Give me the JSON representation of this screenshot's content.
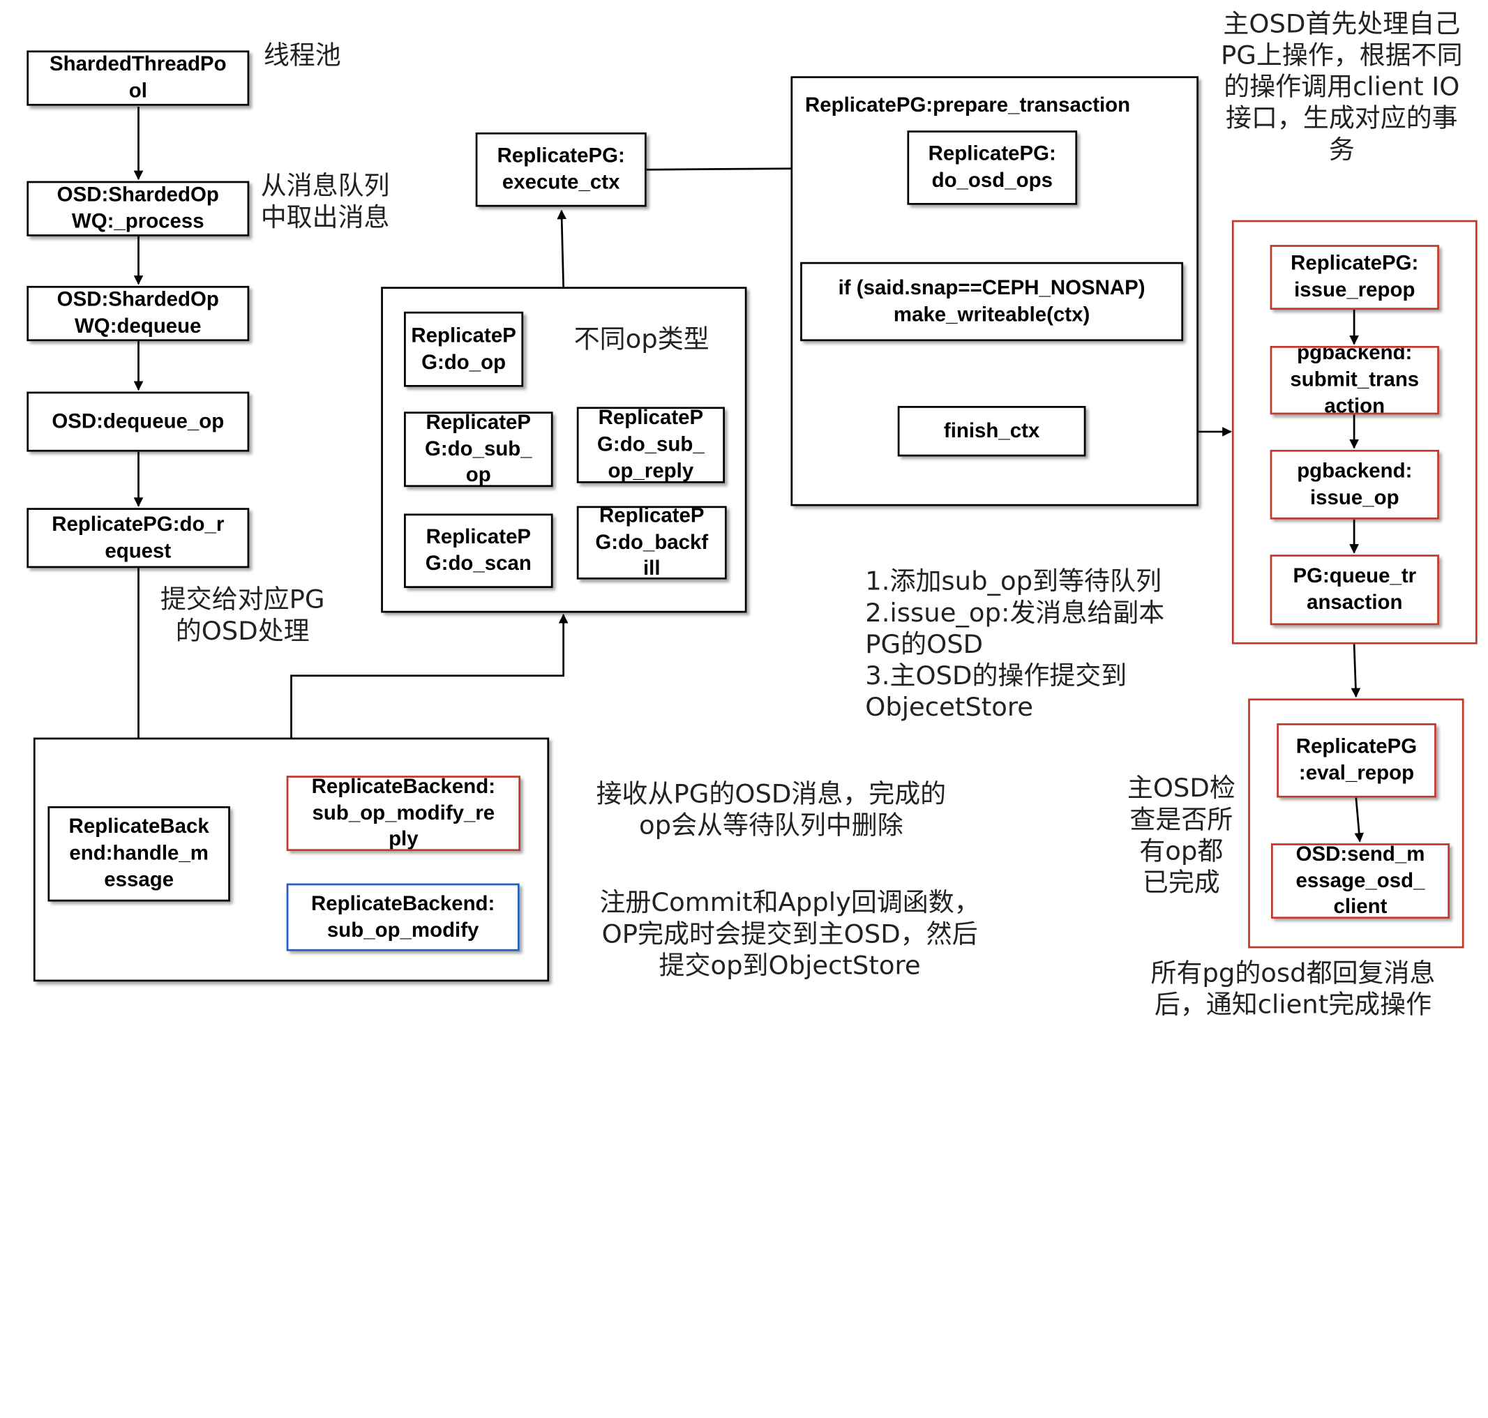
{
  "nodes": {
    "sharded_thread_pool": "ShardedThreadPo\nol",
    "sharded_op_wq_process": "OSD:ShardedOp\nWQ:_process",
    "sharded_op_wq_dequeue": "OSD:ShardedOp\nWQ:dequeue",
    "osd_dequeue_op": "OSD:dequeue_op",
    "do_request": "ReplicatePG:do_r\nequest",
    "handle_message": "ReplicateBack\nend:handle_m\nessage",
    "sub_op_modify_reply": "ReplicateBackend:\nsub_op_modify_re\nply",
    "sub_op_modify": "ReplicateBackend:\nsub_op_modify",
    "do_op": "ReplicateP\nG:do_op",
    "do_sub_op": "ReplicateP\nG:do_sub_\nop",
    "do_sub_op_reply": "ReplicateP\nG:do_sub_\nop_reply",
    "do_scan": "ReplicateP\nG:do_scan",
    "do_backfill": "ReplicateP\nG:do_backf\nill",
    "execute_ctx": "ReplicatePG:\nexecute_ctx",
    "prepare_transaction_title": "ReplicatePG:prepare_transaction",
    "do_osd_ops": "ReplicatePG:\ndo_osd_ops",
    "make_writeable": "if (said.snap==CEPH_NOSNAP)\nmake_writeable(ctx)",
    "finish_ctx": "finish_ctx",
    "issue_repop": "ReplicatePG:\nissue_repop",
    "submit_transaction": "pgbackend:\nsubmit_trans\naction",
    "issue_op": "pgbackend:\nissue_op",
    "queue_transaction": "PG:queue_tr\nansaction",
    "eval_repop": "ReplicatePG\n:eval_repop",
    "send_message_osd_client": "OSD:send_m\nessage_osd_\nclient"
  },
  "notes": {
    "thread_pool": "线程池",
    "take_from_queue": "从消息队列\n中取出消息",
    "submit_to_pg_osd": "提交给对应PG\n的OSD处理",
    "op_types": "不同op类型",
    "primary_osd_process": "主OSD首先处理自己\nPG上操作，根据不同\n的操作调用client IO\n接口，生成对应的事\n务",
    "issue_steps": "1.添加sub_op到等待队列\n2.issue_op:发消息给副本\nPG的OSD\n3.主OSD的操作提交到\nObjecetStore",
    "receive_from_pg": "接收从PG的OSD消息，完成的\nop会从等待队列中删除",
    "register_callbacks": "注册Commit和Apply回调函数，\nOP完成时会提交到主OSD，然后\n提交op到ObjectStore",
    "primary_check": "主OSD检\n查是否所\n有op都\n已完成",
    "notify_client": "所有pg的osd都回复消息\n后，通知client完成操作"
  },
  "colors": {
    "border": "#000000",
    "highlight_red": "#c0392b",
    "highlight_blue": "#1f5fbf"
  }
}
